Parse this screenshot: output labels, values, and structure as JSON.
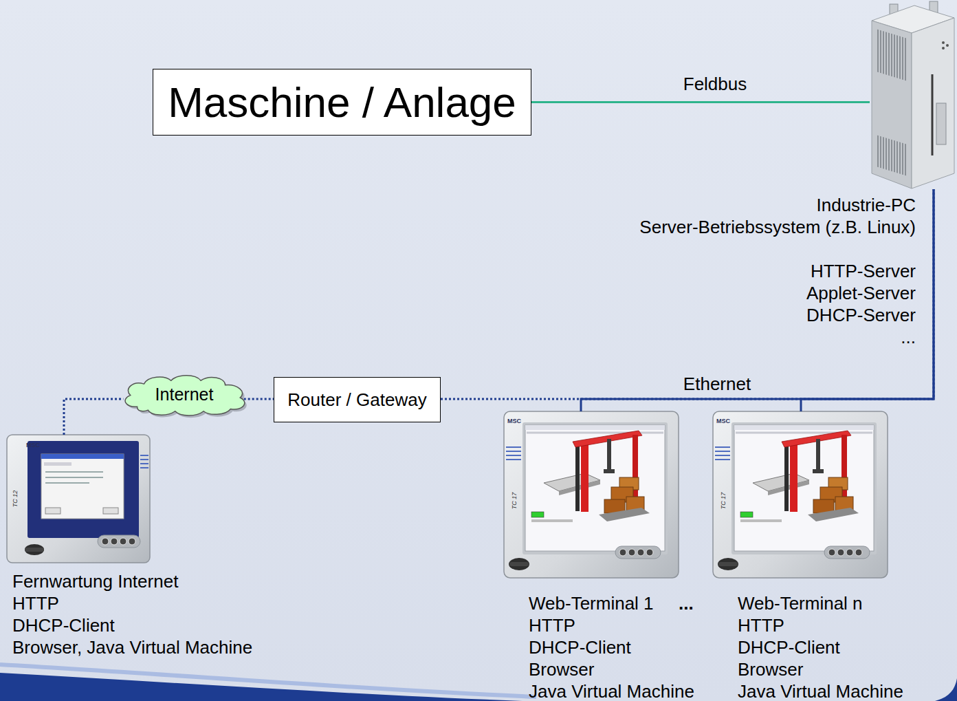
{
  "diagram": {
    "nodes": [
      {
        "text": [
          "Maschine / Anlage"
        ]
      },
      {
        "text": [
          "Industrie-PC",
          "Server-Betriebssystem (z.B. Linux)",
          "HTTP-Server",
          "Applet-Server",
          "DHCP-Server",
          "..."
        ]
      },
      {
        "text": [
          "Internet"
        ]
      },
      {
        "text": [
          "Router / Gateway"
        ]
      },
      {
        "text": [
          "Fernwartung Internet",
          "HTTP",
          "DHCP-Client",
          "Browser, Java Virtual Machine"
        ]
      },
      {
        "text": [
          "Web-Terminal 1",
          "HTTP",
          "DHCP-Client",
          "Browser",
          "Java Virtual Machine"
        ]
      },
      {
        "text": [
          "Web-Terminal n",
          "HTTP",
          "DHCP-Client",
          "Browser",
          "Java Virtual Machine"
        ]
      }
    ],
    "edges": [
      {
        "from": 0,
        "to": 1,
        "label": "Feldbus",
        "arrow": "none"
      },
      {
        "from": 1,
        "to": 5,
        "label": "Ethernet",
        "arrow": "none"
      },
      {
        "from": 1,
        "to": 6,
        "arrow": "none"
      },
      {
        "from": 3,
        "to": 1,
        "arrow": "none"
      },
      {
        "from": 2,
        "to": 3,
        "arrow": "none"
      },
      {
        "from": 4,
        "to": 2,
        "arrow": "none"
      }
    ],
    "labels": [
      "...",
      "MSC",
      "TC 12",
      "MSC",
      "TC 17",
      "MSC",
      "TC 17"
    ]
  }
}
